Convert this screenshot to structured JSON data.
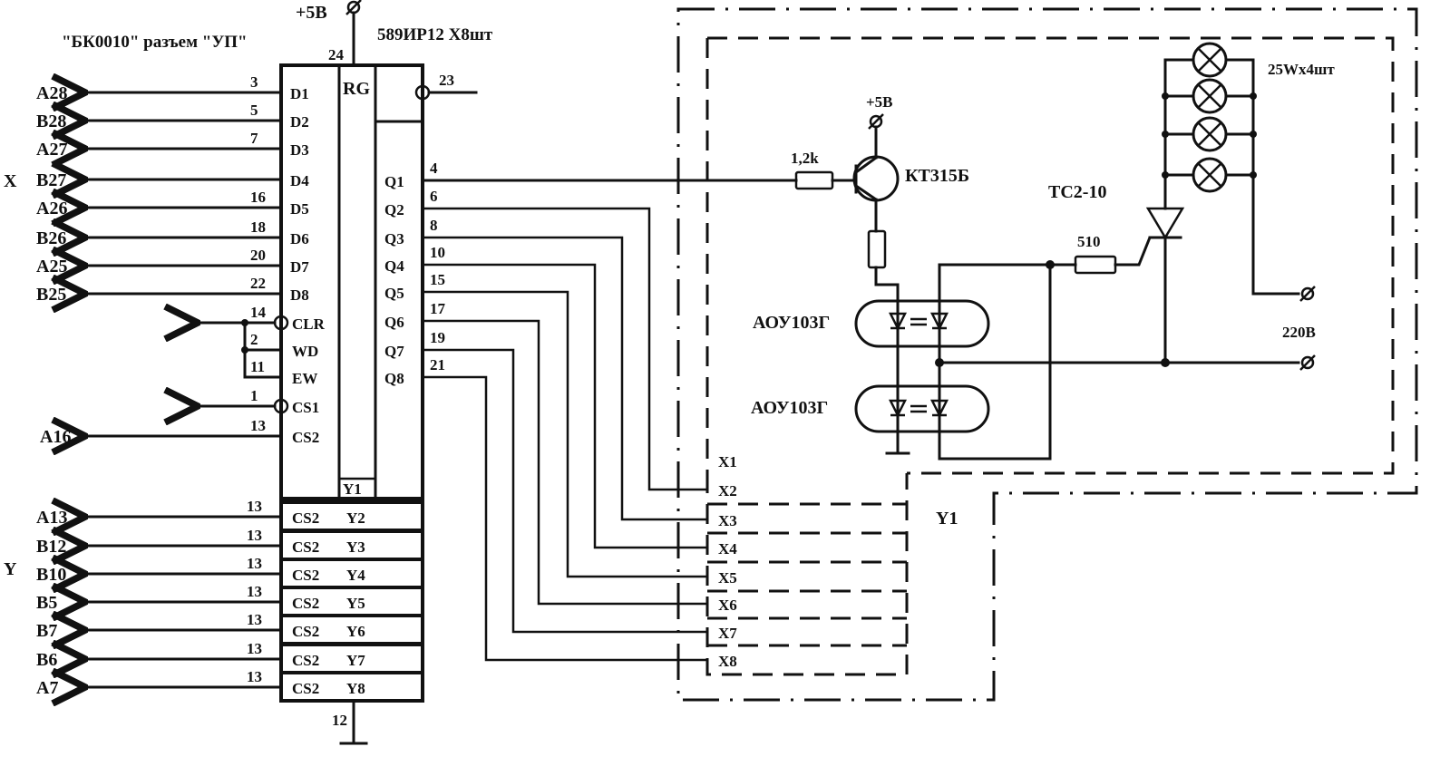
{
  "title_connector": "\"БК0010\" разъем \"УП\"",
  "title_chip": "589ИР12 Х8шт",
  "power": {
    "vcc_label": "+5В",
    "vcc_pin": "24",
    "gnd_pin": "12",
    "out_pin": "23"
  },
  "axis_labels": {
    "x": "X",
    "y": "Y"
  },
  "chip": {
    "rg_label": "RG",
    "y1_label": "Y1",
    "data_inputs": [
      {
        "signal": "A28",
        "pin": "3",
        "name": "D1"
      },
      {
        "signal": "B28",
        "pin": "5",
        "name": "D2"
      },
      {
        "signal": "A27",
        "pin": "7",
        "name": "D3"
      },
      {
        "signal": "B27",
        "pin": "",
        "name": "D4"
      },
      {
        "signal": "A26",
        "pin": "16",
        "name": "D5"
      },
      {
        "signal": "B26",
        "pin": "18",
        "name": "D6"
      },
      {
        "signal": "A25",
        "pin": "20",
        "name": "D7"
      },
      {
        "signal": "B25",
        "pin": "22",
        "name": "D8"
      }
    ],
    "control": [
      {
        "pin": "14",
        "name": "CLR"
      },
      {
        "pin": "2",
        "name": "WD"
      },
      {
        "pin": "11",
        "name": "EW"
      },
      {
        "pin": "1",
        "name": "CS1"
      },
      {
        "pin": "13",
        "name": "CS2",
        "signal": "A16"
      }
    ],
    "outputs": [
      {
        "name": "Q1",
        "pin": "4"
      },
      {
        "name": "Q2",
        "pin": "6"
      },
      {
        "name": "Q3",
        "pin": "8"
      },
      {
        "name": "Q4",
        "pin": "10"
      },
      {
        "name": "Q5",
        "pin": "15"
      },
      {
        "name": "Q6",
        "pin": "17"
      },
      {
        "name": "Q7",
        "pin": "19"
      },
      {
        "name": "Q8",
        "pin": "21"
      }
    ]
  },
  "y_chips": [
    {
      "signal": "A13",
      "pin": "13",
      "cs": "CS2",
      "name": "Y2"
    },
    {
      "signal": "B12",
      "pin": "13",
      "cs": "CS2",
      "name": "Y3"
    },
    {
      "signal": "B10",
      "pin": "13",
      "cs": "CS2",
      "name": "Y4"
    },
    {
      "signal": "B5",
      "pin": "13",
      "cs": "CS2",
      "name": "Y5"
    },
    {
      "signal": "B7",
      "pin": "13",
      "cs": "CS2",
      "name": "Y6"
    },
    {
      "signal": "B6",
      "pin": "13",
      "cs": "CS2",
      "name": "Y7"
    },
    {
      "signal": "A7",
      "pin": "13",
      "cs": "CS2",
      "name": "Y8"
    }
  ],
  "x_cells": [
    "X1",
    "X2",
    "X3",
    "X4",
    "X5",
    "X6",
    "X7",
    "X8"
  ],
  "y_block_label": "Y1",
  "power_stage": {
    "vcc_label": "+5В",
    "base_resistor": "1,2k",
    "transistor": "КТ315Б",
    "optocoupler_1": "АОУ103Г",
    "optocoupler_2": "АОУ103Г",
    "gate_resistor": "510",
    "thyristor": "ТС2-10",
    "lamps": "25Wx4шт",
    "mains": "220В"
  }
}
